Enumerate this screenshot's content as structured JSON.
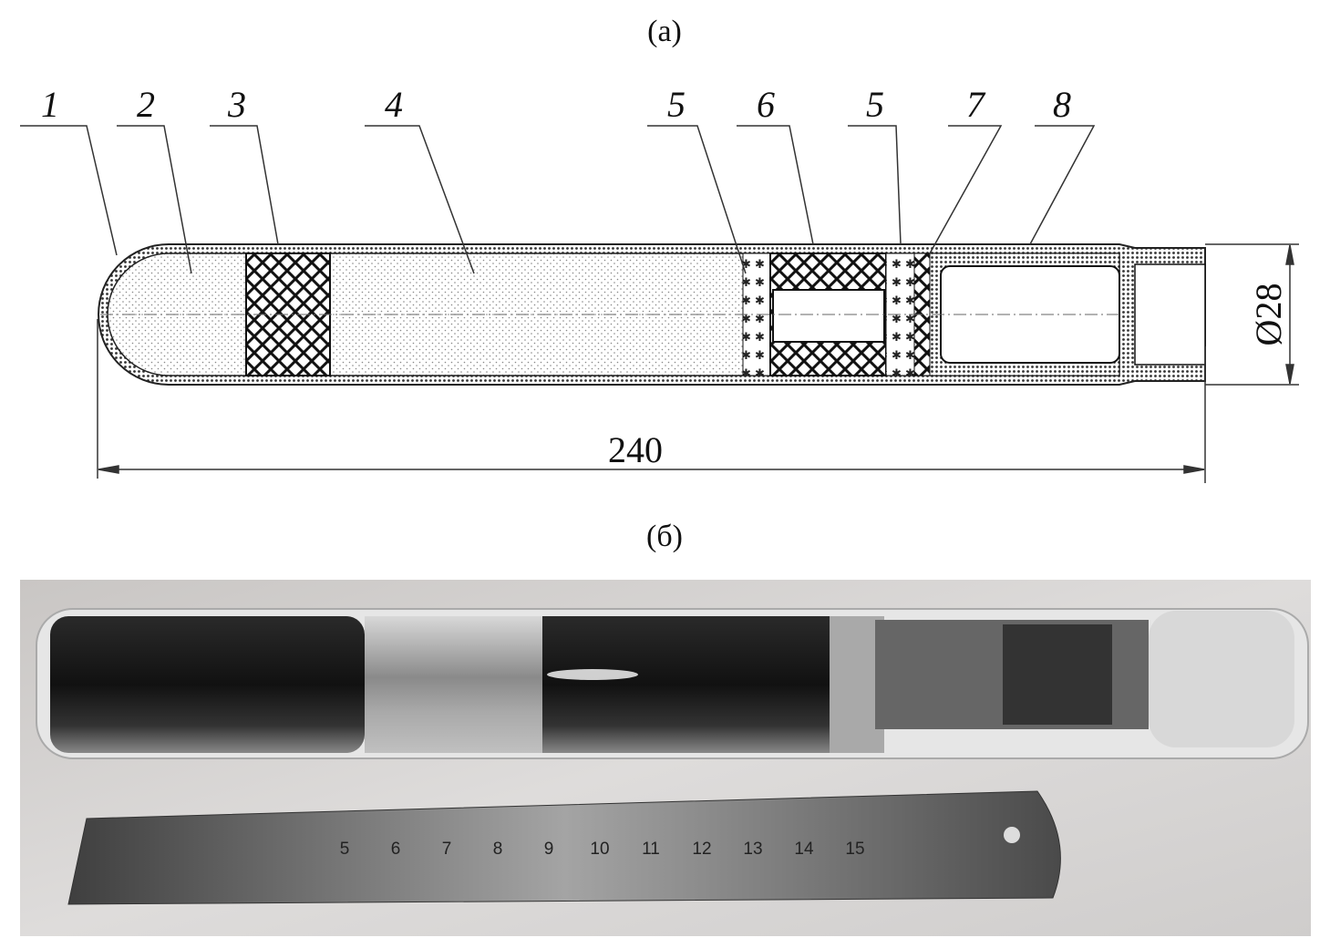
{
  "panel_a": {
    "caption": "(а)",
    "part_labels": [
      "1",
      "2",
      "3",
      "4",
      "5",
      "6",
      "5",
      "7",
      "8"
    ],
    "length_dimension": "240",
    "diameter_dimension": "Ø28"
  },
  "panel_b": {
    "caption": "(б)",
    "ruler_numbers": [
      "5",
      "6",
      "7",
      "8",
      "9",
      "10",
      "11",
      "12",
      "13",
      "14",
      "15"
    ]
  }
}
